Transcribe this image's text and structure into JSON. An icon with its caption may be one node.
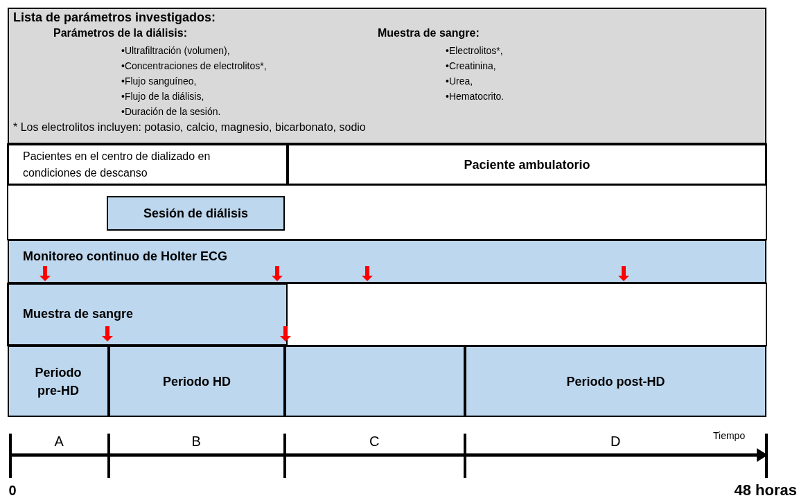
{
  "diagram": {
    "nodes": [
      {
        "text": [
          "Lista de parámetros investigados:",
          "Parámetros de la diálisis:",
          "•Ultrafiltración (volumen),",
          "•Concentraciones de electrolitos*,",
          "•Flujo sanguíneo,",
          "•Flujo de la diálisis,",
          "•Duración de la sesión.",
          "Muestra de sangre:",
          "•Electrolitos*,",
          "•Creatinina,",
          "•Urea,",
          "•Hematocrito.",
          "* Los electrolitos incluyen: potasio, calcio, magnesio, bicarbonato, sodio"
        ]
      },
      {
        "text": [
          "Pacientes en el centro de dializado en condiciones de descanso"
        ]
      },
      {
        "text": [
          "Paciente ambulatorio"
        ]
      },
      {
        "text": [
          "Sesión de diálisis"
        ]
      },
      {
        "text": [
          "Monitoreo continuo de Holter ECG"
        ]
      },
      {
        "text": [
          "Muestra de sangre"
        ]
      },
      {
        "text": [
          "Periodo pre-HD"
        ]
      },
      {
        "text": [
          "Periodo HD"
        ]
      },
      {
        "text": [],
        "shape": "box"
      },
      {
        "text": [
          "Periodo post-HD"
        ]
      }
    ],
    "edges": [],
    "labels": [
      "Tiempo",
      "A",
      "B",
      "C",
      "D",
      "0",
      "48 horas"
    ]
  }
}
